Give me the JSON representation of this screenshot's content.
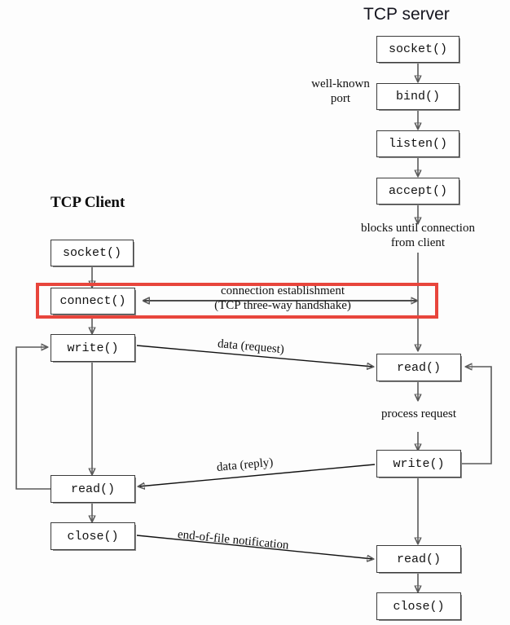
{
  "diagram": {
    "kind": "tcp-socket-flow",
    "background_color": "#fdfdfd",
    "highlight_color": "#e8453c"
  },
  "server": {
    "title": "TCP server",
    "side_note": "well-known\nport",
    "side_note_line1": "well-known",
    "side_note_line2": "port",
    "blocks_note_line1": "blocks until connection",
    "blocks_note_line2": "from client",
    "process_note": "process request",
    "steps": [
      {
        "label": "socket()"
      },
      {
        "label": "bind()"
      },
      {
        "label": "listen()"
      },
      {
        "label": "accept()"
      },
      {
        "label": "read()"
      },
      {
        "label": "write()"
      },
      {
        "label": "read()"
      },
      {
        "label": "close()"
      }
    ]
  },
  "client": {
    "title": "TCP Client",
    "steps": [
      {
        "label": "socket()"
      },
      {
        "label": "connect()"
      },
      {
        "label": "write()"
      },
      {
        "label": "read()"
      },
      {
        "label": "close()"
      }
    ]
  },
  "exchanges": {
    "handshake_line1": "connection establishment",
    "handshake_line2": "(TCP three-way handshake)",
    "request_label": "data (request)",
    "reply_label": "data (reply)",
    "eof_label": "end-of-file notification"
  }
}
